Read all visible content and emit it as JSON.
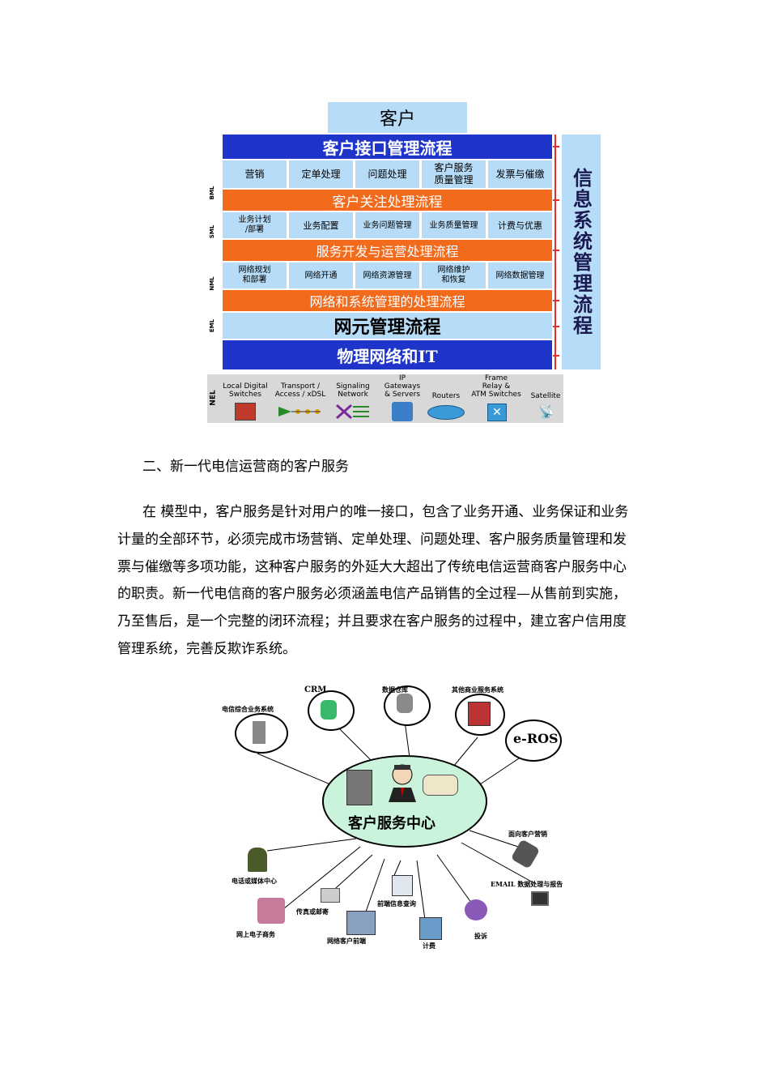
{
  "diagram1": {
    "customer": "客户",
    "side_label": "信息系统管理流程",
    "band1": "客户接口管理流程",
    "row1": [
      "营销",
      "定单处理",
      "问题处理",
      "客户服务\n质量管理",
      "发票与催缴"
    ],
    "band2": "客户关注处理流程",
    "row2": [
      "业务计划\n/部署",
      "业务配置",
      "业务问题管理",
      "业务质量管理",
      "计费与优惠"
    ],
    "band3": "服务开发与运营处理流程",
    "row3": [
      "网络规划\n和部署",
      "网络开通",
      "网络资源管理",
      "网络维护\n和恢复",
      "网络数据管理"
    ],
    "band4": "网络和系统管理的处理流程",
    "band5": "网元管理流程",
    "band6": "物理网络和IT",
    "levels": [
      "BML",
      "SML",
      "NML",
      "EML"
    ],
    "nel_label": "NEL",
    "elements": [
      "Local Digital\nSwitches",
      "Transport /\nAccess / xDSL",
      "Signaling\nNetwork",
      "IP\nGateways\n& Servers",
      "Routers",
      "Frame\nRelay &\nATM Switches",
      "Satellite"
    ]
  },
  "section_heading": "二、新一代电信运营商的客户服务",
  "paragraph_lines": [
    "在 模型中，客户服务是针对用户的唯一接口，包含了业务开通、业务保证和业务",
    "计量的全部环节，必须完成市场营销、定单处理、问题处理、客户服务质量管理和发",
    "票与催缴等多项功能，这种客户服务的外延大大超出了传统电信运营商客户服务中心",
    "的职责。新一代电信商的客户服务必须涵盖电信产品销售的全过程—从售前到实施，",
    "乃至售后，是一个完整的闭环流程；并且要求在客户服务的过程中，建立客户信用度",
    "管理系统，完善反欺诈系统。"
  ],
  "diagram2": {
    "center": "客户服务中心",
    "top_nodes": [
      "电信综合业务系统",
      "CRM",
      "数据仓库",
      "其他商业服务系统",
      "e-ROS"
    ],
    "bottom_nodes": [
      "电话或媒体中心",
      "网上电子商务",
      "传真或邮寄",
      "网络客户前端",
      "前端信息查询",
      "计费",
      "投诉",
      "EMAIL 数据处理与报告",
      "面向客户营销"
    ]
  }
}
